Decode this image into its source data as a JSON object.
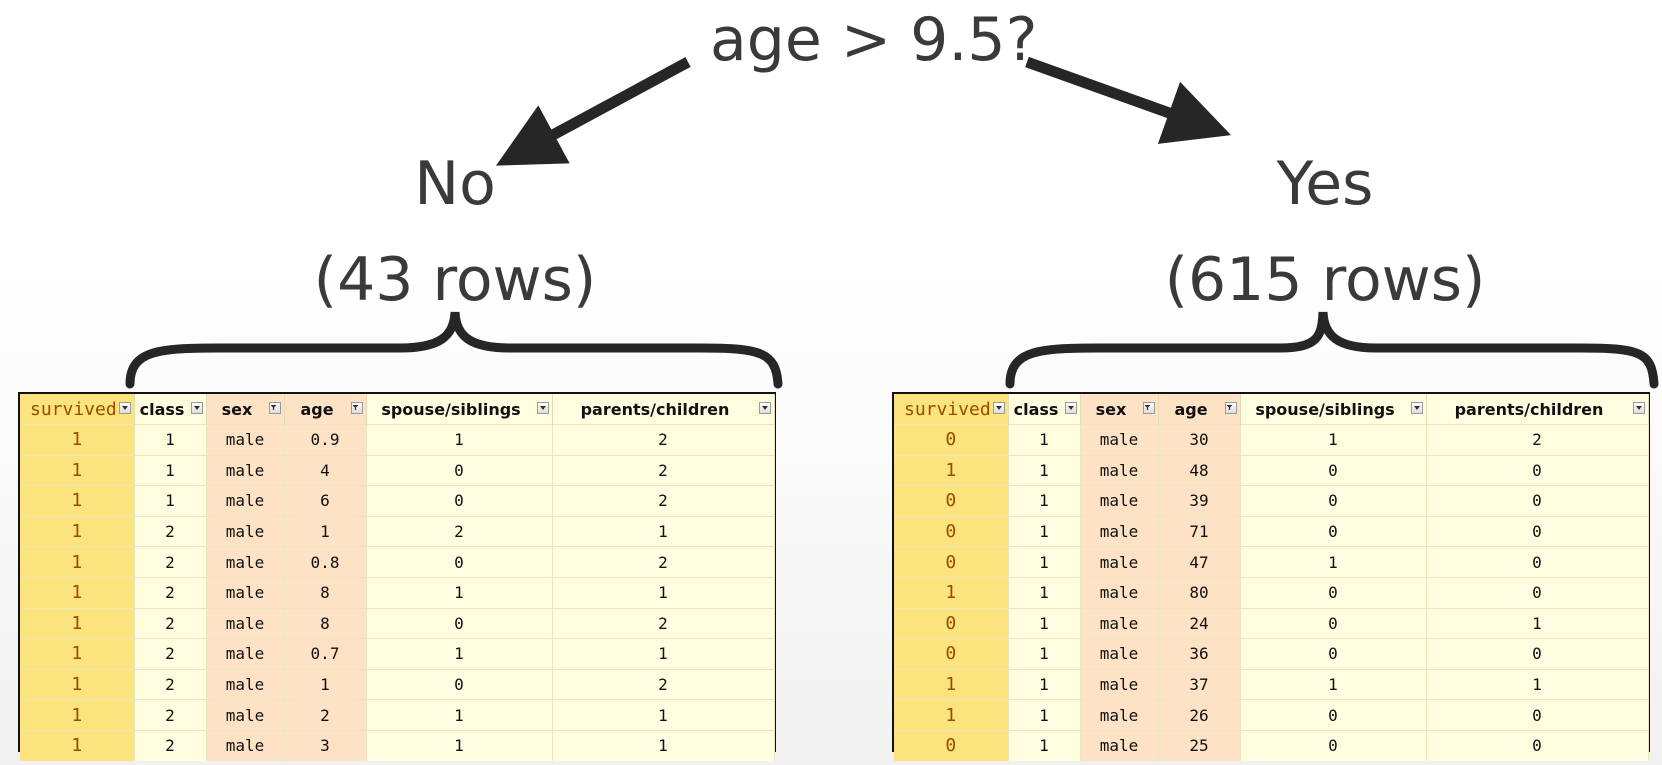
{
  "question": "age > 9.5?",
  "branches": {
    "no": {
      "label": "No",
      "count": "(43 rows)"
    },
    "yes": {
      "label": "Yes",
      "count": "(615 rows)"
    }
  },
  "columns": [
    "survived",
    "class",
    "sex",
    "age",
    "spouse/siblings",
    "parents/children"
  ],
  "tables": {
    "no": {
      "rows": [
        [
          "1",
          "1",
          "male",
          "0.9",
          "1",
          "2"
        ],
        [
          "1",
          "1",
          "male",
          "4",
          "0",
          "2"
        ],
        [
          "1",
          "1",
          "male",
          "6",
          "0",
          "2"
        ],
        [
          "1",
          "2",
          "male",
          "1",
          "2",
          "1"
        ],
        [
          "1",
          "2",
          "male",
          "0.8",
          "0",
          "2"
        ],
        [
          "1",
          "2",
          "male",
          "8",
          "1",
          "1"
        ],
        [
          "1",
          "2",
          "male",
          "8",
          "0",
          "2"
        ],
        [
          "1",
          "2",
          "male",
          "0.7",
          "1",
          "1"
        ],
        [
          "1",
          "2",
          "male",
          "1",
          "0",
          "2"
        ],
        [
          "1",
          "2",
          "male",
          "2",
          "1",
          "1"
        ],
        [
          "1",
          "2",
          "male",
          "3",
          "1",
          "1"
        ]
      ]
    },
    "yes": {
      "rows": [
        [
          "0",
          "1",
          "male",
          "30",
          "1",
          "2"
        ],
        [
          "1",
          "1",
          "male",
          "48",
          "0",
          "0"
        ],
        [
          "0",
          "1",
          "male",
          "39",
          "0",
          "0"
        ],
        [
          "0",
          "1",
          "male",
          "71",
          "0",
          "0"
        ],
        [
          "0",
          "1",
          "male",
          "47",
          "1",
          "0"
        ],
        [
          "1",
          "1",
          "male",
          "80",
          "0",
          "0"
        ],
        [
          "0",
          "1",
          "male",
          "24",
          "0",
          "1"
        ],
        [
          "0",
          "1",
          "male",
          "36",
          "0",
          "0"
        ],
        [
          "1",
          "1",
          "male",
          "37",
          "1",
          "1"
        ],
        [
          "1",
          "1",
          "male",
          "26",
          "0",
          "0"
        ],
        [
          "0",
          "1",
          "male",
          "25",
          "0",
          "0"
        ]
      ]
    }
  },
  "colors": {
    "survived_col": "#fbe37d",
    "sex_age_col": "#fde2c6",
    "other_col": "#fffde0",
    "survived_text": "#9c4a00",
    "diagram_text": "#3a3a3a"
  }
}
